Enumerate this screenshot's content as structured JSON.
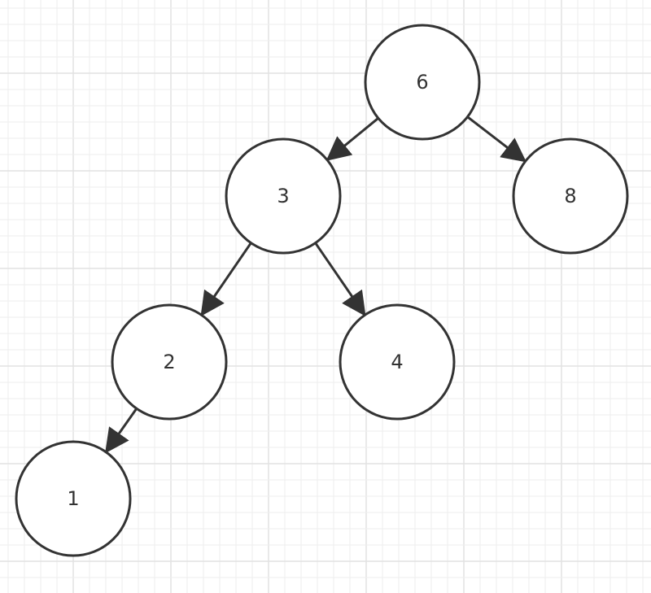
{
  "diagram": {
    "type": "binary-search-tree",
    "colors": {
      "background": "#ffffff",
      "grid": "#eeeeee",
      "stroke": "#333333",
      "node_fill": "#ffffff"
    },
    "nodes": [
      {
        "id": "n6",
        "label": "6"
      },
      {
        "id": "n3",
        "label": "3"
      },
      {
        "id": "n8",
        "label": "8"
      },
      {
        "id": "n2",
        "label": "2"
      },
      {
        "id": "n4",
        "label": "4"
      },
      {
        "id": "n1",
        "label": "1"
      }
    ],
    "edges": [
      {
        "from": "n6",
        "to": "n3"
      },
      {
        "from": "n6",
        "to": "n8"
      },
      {
        "from": "n3",
        "to": "n2"
      },
      {
        "from": "n3",
        "to": "n4"
      },
      {
        "from": "n2",
        "to": "n1"
      }
    ]
  }
}
